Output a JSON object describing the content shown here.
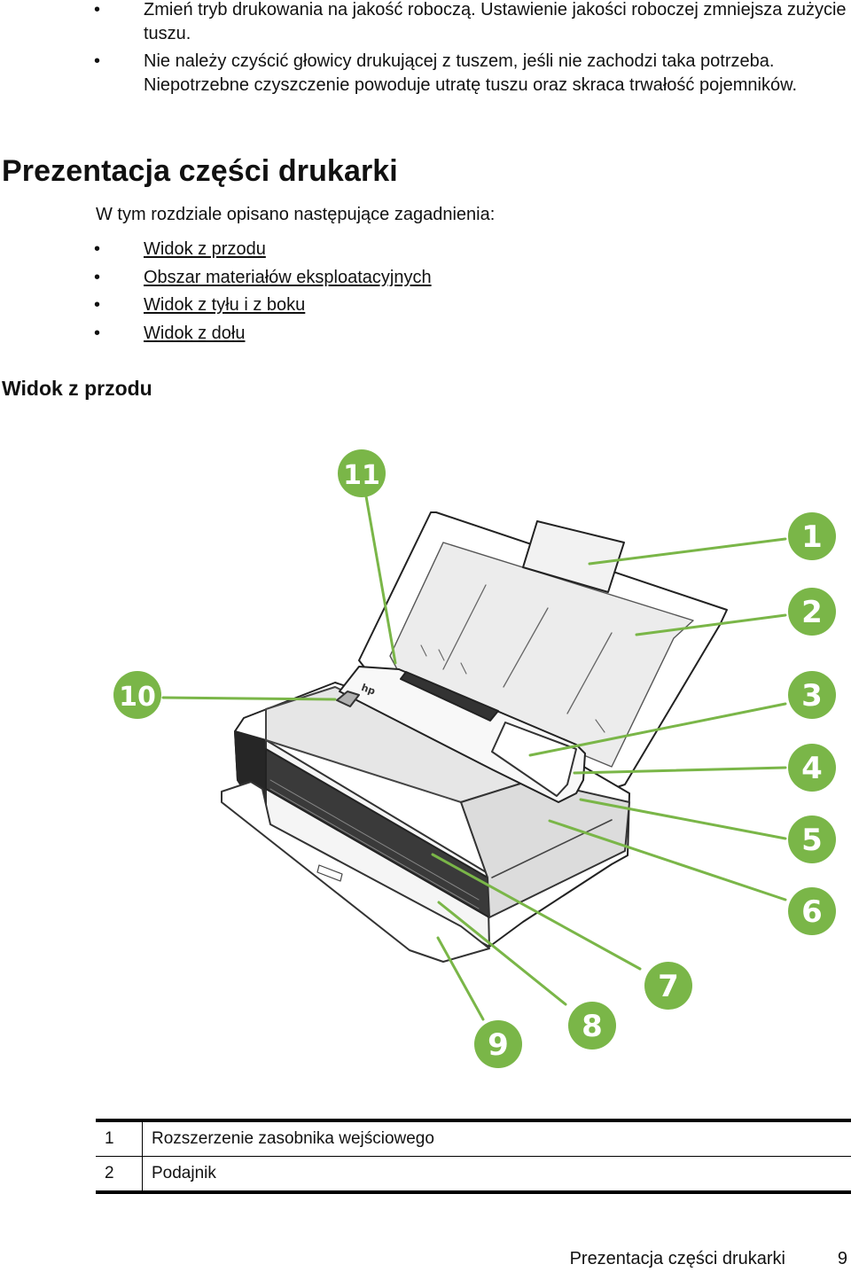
{
  "top_bullets": [
    "Zmień tryb drukowania na jakość roboczą. Ustawienie jakości roboczej zmniejsza zużycie tuszu.",
    "Nie należy czyścić głowicy drukującej z tuszem, jeśli nie zachodzi taka potrzeba. Niepotrzebne czyszczenie powoduje utratę tuszu oraz skraca trwałość pojemników."
  ],
  "bullet_glyph": "•",
  "section_title": "Prezentacja części drukarki",
  "intro": "W tym rozdziale opisano następujące zagadnienia:",
  "topics": [
    "Widok z przodu",
    "Obszar materiałów eksploatacyjnych",
    "Widok z tyłu i z boku",
    "Widok z dołu"
  ],
  "subsection_title": "Widok z przodu",
  "figure": {
    "callout_color": "#7ab648",
    "callouts": [
      "1",
      "2",
      "3",
      "4",
      "5",
      "6",
      "7",
      "8",
      "9",
      "10",
      "11"
    ],
    "hp_logo": "hp"
  },
  "legend": [
    {
      "num": "1",
      "label": "Rozszerzenie zasobnika wejściowego"
    },
    {
      "num": "2",
      "label": "Podajnik"
    }
  ],
  "footer": {
    "title": "Prezentacja części drukarki",
    "page": "9"
  }
}
